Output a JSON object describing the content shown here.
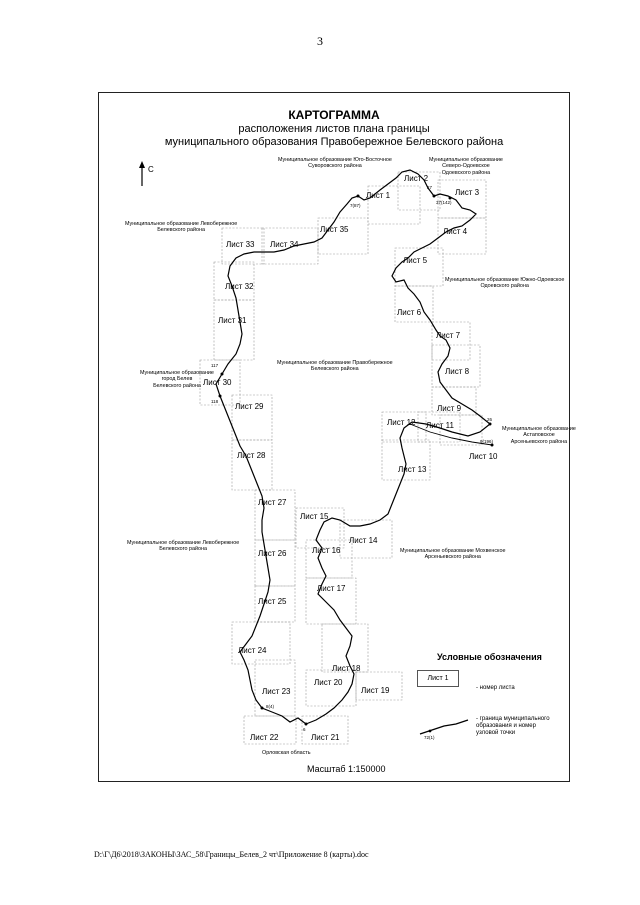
{
  "page_number": "3",
  "title": {
    "line1": "КАРТОГРАММА",
    "line2": "расположения листов плана границы",
    "line3": "муниципального образования Правобережное Белевского района"
  },
  "north_label": "С",
  "sheets": [
    "Лист 1",
    "Лист 2",
    "Лист 3",
    "Лист 4",
    "Лист 5",
    "Лист 6",
    "Лист 7",
    "Лист 8",
    "Лист 9",
    "Лист 10",
    "Лист 11",
    "Лист 12",
    "Лист 13",
    "Лист 14",
    "Лист 15",
    "Лист 16",
    "Лист 17",
    "Лист 18",
    "Лист 19",
    "Лист 20",
    "Лист 21",
    "Лист 22",
    "Лист 23",
    "Лист 24",
    "Лист 25",
    "Лист 26",
    "Лист 27",
    "Лист 28",
    "Лист 29",
    "Лист 30",
    "Лист 31",
    "Лист 32",
    "Лист 33",
    "Лист 34",
    "Лист 35"
  ],
  "regions": {
    "suvorov": [
      "Муниципальное образование Юго-Восточное",
      "Суворовского района"
    ],
    "chekalin": [
      "Муниципальное образование",
      "Северо-Одоевское",
      "Одоевского района"
    ],
    "levober_n": [
      "Муниципальное образование Левобережное",
      "Белевского района"
    ],
    "odoev_s": [
      "Муниципальное образование Южно-Одоевское",
      "Одоевского района"
    ],
    "belev_city": [
      "Муниципальное образование",
      "город Белев",
      "Белевского района"
    ],
    "pravober": [
      "Муниципальное образование Правобережное",
      "Белевского района"
    ],
    "arsen": [
      "Муниципальное образование",
      "Астаповское",
      "Арсеньевского района"
    ],
    "levober_s": [
      "Муниципальное образование Левобережное",
      "Белевского района"
    ],
    "mokhov": [
      "Муниципальное образование Мохвенское",
      "Арсеньевского района"
    ],
    "orel": [
      "Орловская область"
    ]
  },
  "nodes": [
    "7(87)",
    "27",
    "37(142)",
    "26",
    "9(196)",
    "117",
    "118",
    "8(4)",
    "6",
    "72(1)"
  ],
  "legend": {
    "title": "Условные обозначения",
    "sheet_sample": "Лист 1",
    "sheet_desc": "- номер листа",
    "border_desc": [
      "- граница муниципального",
      "образования и номер",
      "узловой точки"
    ]
  },
  "scale": "Масштаб 1:150000",
  "footer": "D:\\Г\\Д6\\2018\\ЗАКОНЫ\\ЗАС_58\\Границы_Белев_2 чт\\Приложение 8 (карты).doc"
}
